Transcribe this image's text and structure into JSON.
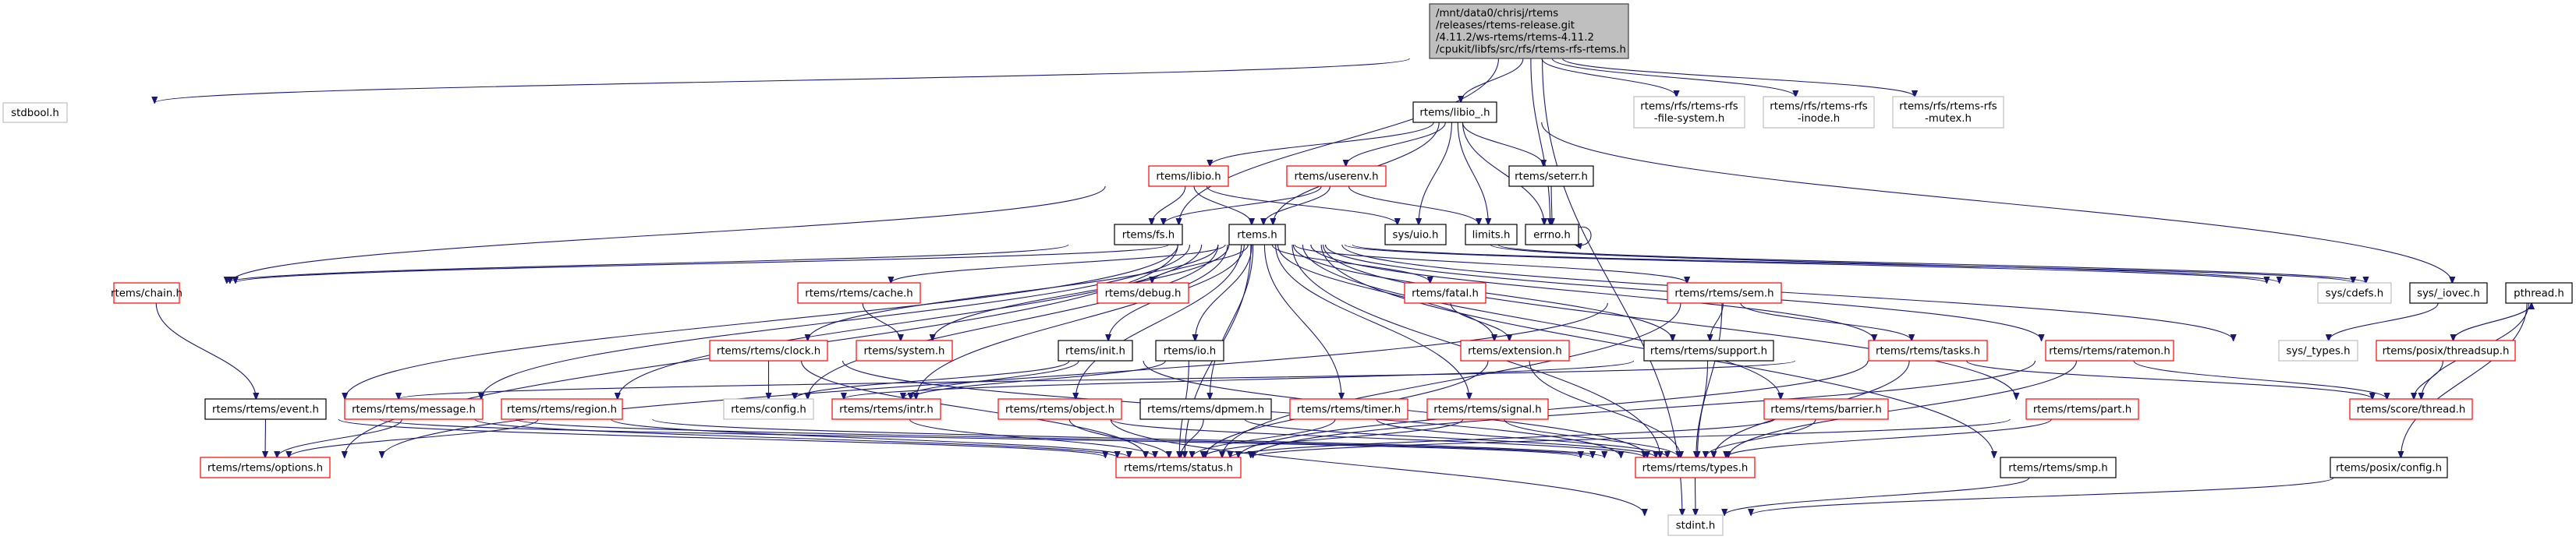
{
  "diagram": {
    "type": "include-dependency-graph",
    "colors": {
      "edge": "#191970",
      "root_fill": "#bfbfbf",
      "root_border": "#404040",
      "documented_border": "#000000",
      "undocumented_border": "#ff0000",
      "external_border": "#bfbfbf",
      "node_fill": "#ffffff"
    },
    "nodes": [
      {
        "id": "root",
        "kind": "root",
        "lines": [
          "/mnt/data0/chrisj/rtems",
          "/releases/rtems-release.git",
          "/4.11.2/ws-rtems/rtems-4.11.2",
          "/cpukit/libfs/src/rfs/rtems-rfs-rtems.h"
        ]
      },
      {
        "id": "stdbool",
        "kind": "external",
        "lines": [
          "stdbool.h"
        ]
      },
      {
        "id": "libio_",
        "kind": "documented",
        "lines": [
          "rtems/libio_.h"
        ]
      },
      {
        "id": "rfs_fs",
        "kind": "external",
        "lines": [
          "rtems/rfs/rtems-rfs",
          "-file-system.h"
        ]
      },
      {
        "id": "rfs_inode",
        "kind": "external",
        "lines": [
          "rtems/rfs/rtems-rfs",
          "-inode.h"
        ]
      },
      {
        "id": "rfs_mutex",
        "kind": "external",
        "lines": [
          "rtems/rfs/rtems-rfs",
          "-mutex.h"
        ]
      },
      {
        "id": "libio",
        "kind": "undocumented",
        "lines": [
          "rtems/libio.h"
        ]
      },
      {
        "id": "userenv",
        "kind": "undocumented",
        "lines": [
          "rtems/userenv.h"
        ]
      },
      {
        "id": "seterr",
        "kind": "documented",
        "lines": [
          "rtems/seterr.h"
        ]
      },
      {
        "id": "fs",
        "kind": "documented",
        "lines": [
          "rtems/fs.h"
        ]
      },
      {
        "id": "rtems",
        "kind": "documented",
        "lines": [
          "rtems.h"
        ]
      },
      {
        "id": "uio",
        "kind": "documented",
        "lines": [
          "sys/uio.h"
        ]
      },
      {
        "id": "limits",
        "kind": "documented",
        "lines": [
          "limits.h"
        ]
      },
      {
        "id": "errno",
        "kind": "documented",
        "lines": [
          "errno.h"
        ]
      },
      {
        "id": "chain",
        "kind": "undocumented",
        "lines": [
          "rtems/chain.h"
        ]
      },
      {
        "id": "cache",
        "kind": "undocumented",
        "lines": [
          "rtems/rtems/cache.h"
        ]
      },
      {
        "id": "debug",
        "kind": "undocumented",
        "lines": [
          "rtems/debug.h"
        ]
      },
      {
        "id": "fatal",
        "kind": "undocumented",
        "lines": [
          "rtems/fatal.h"
        ]
      },
      {
        "id": "sem",
        "kind": "undocumented",
        "lines": [
          "rtems/rtems/sem.h"
        ]
      },
      {
        "id": "cdefs",
        "kind": "external",
        "lines": [
          "sys/cdefs.h"
        ]
      },
      {
        "id": "iovec",
        "kind": "documented",
        "lines": [
          "sys/_iovec.h"
        ]
      },
      {
        "id": "pthread",
        "kind": "documented",
        "lines": [
          "pthread.h"
        ]
      },
      {
        "id": "clock",
        "kind": "undocumented",
        "lines": [
          "rtems/rtems/clock.h"
        ]
      },
      {
        "id": "system",
        "kind": "undocumented",
        "lines": [
          "rtems/system.h"
        ]
      },
      {
        "id": "init",
        "kind": "documented",
        "lines": [
          "rtems/init.h"
        ]
      },
      {
        "id": "io",
        "kind": "documented",
        "lines": [
          "rtems/io.h"
        ]
      },
      {
        "id": "extension",
        "kind": "undocumented",
        "lines": [
          "rtems/extension.h"
        ]
      },
      {
        "id": "support",
        "kind": "documented",
        "lines": [
          "rtems/rtems/support.h"
        ]
      },
      {
        "id": "tasks",
        "kind": "undocumented",
        "lines": [
          "rtems/rtems/tasks.h"
        ]
      },
      {
        "id": "ratemon",
        "kind": "undocumented",
        "lines": [
          "rtems/rtems/ratemon.h"
        ]
      },
      {
        "id": "types_sys",
        "kind": "external",
        "lines": [
          "sys/_types.h"
        ]
      },
      {
        "id": "threadsup",
        "kind": "undocumented",
        "lines": [
          "rtems/posix/threadsup.h"
        ]
      },
      {
        "id": "event",
        "kind": "documented",
        "lines": [
          "rtems/rtems/event.h"
        ]
      },
      {
        "id": "message",
        "kind": "undocumented",
        "lines": [
          "rtems/rtems/message.h"
        ]
      },
      {
        "id": "region",
        "kind": "undocumented",
        "lines": [
          "rtems/rtems/region.h"
        ]
      },
      {
        "id": "config",
        "kind": "external",
        "lines": [
          "rtems/config.h"
        ]
      },
      {
        "id": "intr",
        "kind": "undocumented",
        "lines": [
          "rtems/rtems/intr.h"
        ]
      },
      {
        "id": "object",
        "kind": "undocumented",
        "lines": [
          "rtems/rtems/object.h"
        ]
      },
      {
        "id": "dpmem",
        "kind": "documented",
        "lines": [
          "rtems/rtems/dpmem.h"
        ]
      },
      {
        "id": "timer",
        "kind": "undocumented",
        "lines": [
          "rtems/rtems/timer.h"
        ]
      },
      {
        "id": "signal",
        "kind": "undocumented",
        "lines": [
          "rtems/rtems/signal.h"
        ]
      },
      {
        "id": "barrier",
        "kind": "undocumented",
        "lines": [
          "rtems/rtems/barrier.h"
        ]
      },
      {
        "id": "part",
        "kind": "undocumented",
        "lines": [
          "rtems/rtems/part.h"
        ]
      },
      {
        "id": "thread",
        "kind": "undocumented",
        "lines": [
          "rtems/score/thread.h"
        ]
      },
      {
        "id": "options",
        "kind": "undocumented",
        "lines": [
          "rtems/rtems/options.h"
        ]
      },
      {
        "id": "status",
        "kind": "undocumented",
        "lines": [
          "rtems/rtems/status.h"
        ]
      },
      {
        "id": "types",
        "kind": "undocumented",
        "lines": [
          "rtems/rtems/types.h"
        ]
      },
      {
        "id": "smp",
        "kind": "documented",
        "lines": [
          "rtems/rtems/smp.h"
        ]
      },
      {
        "id": "posixconfig",
        "kind": "documented",
        "lines": [
          "rtems/posix/config.h"
        ]
      },
      {
        "id": "stdint",
        "kind": "external",
        "lines": [
          "stdint.h"
        ]
      }
    ],
    "edges": [
      [
        "root",
        "stdbool"
      ],
      [
        "root",
        "libio_"
      ],
      [
        "root",
        "rfs_fs"
      ],
      [
        "root",
        "rfs_inode"
      ],
      [
        "root",
        "rfs_mutex"
      ],
      [
        "root",
        "fs"
      ],
      [
        "root",
        "errno"
      ],
      [
        "root",
        "stdint"
      ],
      [
        "libio_",
        "libio"
      ],
      [
        "libio_",
        "userenv"
      ],
      [
        "libio_",
        "seterr"
      ],
      [
        "libio_",
        "rtems"
      ],
      [
        "libio_",
        "uio"
      ],
      [
        "libio_",
        "limits"
      ],
      [
        "libio_",
        "errno"
      ],
      [
        "libio_",
        "pthread"
      ],
      [
        "libio",
        "fs"
      ],
      [
        "libio",
        "rtems"
      ],
      [
        "libio",
        "uio"
      ],
      [
        "libio",
        "chain"
      ],
      [
        "userenv",
        "fs"
      ],
      [
        "userenv",
        "rtems"
      ],
      [
        "userenv",
        "limits"
      ],
      [
        "seterr",
        "errno"
      ],
      [
        "errno",
        "errno"
      ],
      [
        "fs",
        "chain"
      ],
      [
        "rtems",
        "chain"
      ],
      [
        "rtems",
        "cache"
      ],
      [
        "rtems",
        "debug"
      ],
      [
        "rtems",
        "fatal"
      ],
      [
        "rtems",
        "sem"
      ],
      [
        "rtems",
        "cdefs"
      ],
      [
        "rtems",
        "iovec"
      ],
      [
        "rtems",
        "clock"
      ],
      [
        "rtems",
        "system"
      ],
      [
        "rtems",
        "init"
      ],
      [
        "rtems",
        "io"
      ],
      [
        "rtems",
        "extension"
      ],
      [
        "rtems",
        "support"
      ],
      [
        "rtems",
        "tasks"
      ],
      [
        "rtems",
        "ratemon"
      ],
      [
        "rtems",
        "types_sys"
      ],
      [
        "rtems",
        "event"
      ],
      [
        "rtems",
        "message"
      ],
      [
        "rtems",
        "region"
      ],
      [
        "rtems",
        "config"
      ],
      [
        "rtems",
        "intr"
      ],
      [
        "rtems",
        "object"
      ],
      [
        "rtems",
        "dpmem"
      ],
      [
        "rtems",
        "timer"
      ],
      [
        "rtems",
        "signal"
      ],
      [
        "rtems",
        "barrier"
      ],
      [
        "rtems",
        "part"
      ],
      [
        "rtems",
        "options"
      ],
      [
        "rtems",
        "status"
      ],
      [
        "rtems",
        "types"
      ],
      [
        "rtems",
        "smp"
      ],
      [
        "uio",
        "iovec"
      ],
      [
        "uio",
        "cdefs"
      ],
      [
        "chain",
        "event"
      ],
      [
        "cache",
        "system"
      ],
      [
        "fatal",
        "extension"
      ],
      [
        "sem",
        "support"
      ],
      [
        "sem",
        "tasks"
      ],
      [
        "sem",
        "options"
      ],
      [
        "sem",
        "types"
      ],
      [
        "sem",
        "status"
      ],
      [
        "iovec",
        "types_sys"
      ],
      [
        "pthread",
        "threadsup"
      ],
      [
        "pthread",
        "thread"
      ],
      [
        "pthread",
        "posixconfig"
      ],
      [
        "threadsup",
        "pthread"
      ],
      [
        "threadsup",
        "thread"
      ],
      [
        "clock",
        "config"
      ],
      [
        "clock",
        "types"
      ],
      [
        "clock",
        "status"
      ],
      [
        "init",
        "config"
      ],
      [
        "init",
        "intr"
      ],
      [
        "init",
        "types"
      ],
      [
        "io",
        "intr"
      ],
      [
        "io",
        "status"
      ],
      [
        "extension",
        "types"
      ],
      [
        "extension",
        "status"
      ],
      [
        "support",
        "config"
      ],
      [
        "support",
        "types"
      ],
      [
        "tasks",
        "event"
      ],
      [
        "tasks",
        "thread"
      ],
      [
        "tasks",
        "types"
      ],
      [
        "tasks",
        "status"
      ],
      [
        "ratemon",
        "thread"
      ],
      [
        "ratemon",
        "types"
      ],
      [
        "ratemon",
        "status"
      ],
      [
        "event",
        "options"
      ],
      [
        "event",
        "types"
      ],
      [
        "event",
        "status"
      ],
      [
        "message",
        "options"
      ],
      [
        "message",
        "types"
      ],
      [
        "message",
        "status"
      ],
      [
        "region",
        "options"
      ],
      [
        "region",
        "types"
      ],
      [
        "region",
        "status"
      ],
      [
        "intr",
        "status"
      ],
      [
        "object",
        "types"
      ],
      [
        "object",
        "status"
      ],
      [
        "object",
        "stdint"
      ],
      [
        "dpmem",
        "types"
      ],
      [
        "dpmem",
        "status"
      ],
      [
        "timer",
        "types"
      ],
      [
        "timer",
        "status"
      ],
      [
        "signal",
        "types"
      ],
      [
        "signal",
        "status"
      ],
      [
        "barrier",
        "types"
      ],
      [
        "barrier",
        "status"
      ],
      [
        "part",
        "types"
      ],
      [
        "part",
        "status"
      ],
      [
        "types",
        "stdint"
      ],
      [
        "smp",
        "stdint"
      ],
      [
        "posixconfig",
        "stdint"
      ]
    ]
  }
}
